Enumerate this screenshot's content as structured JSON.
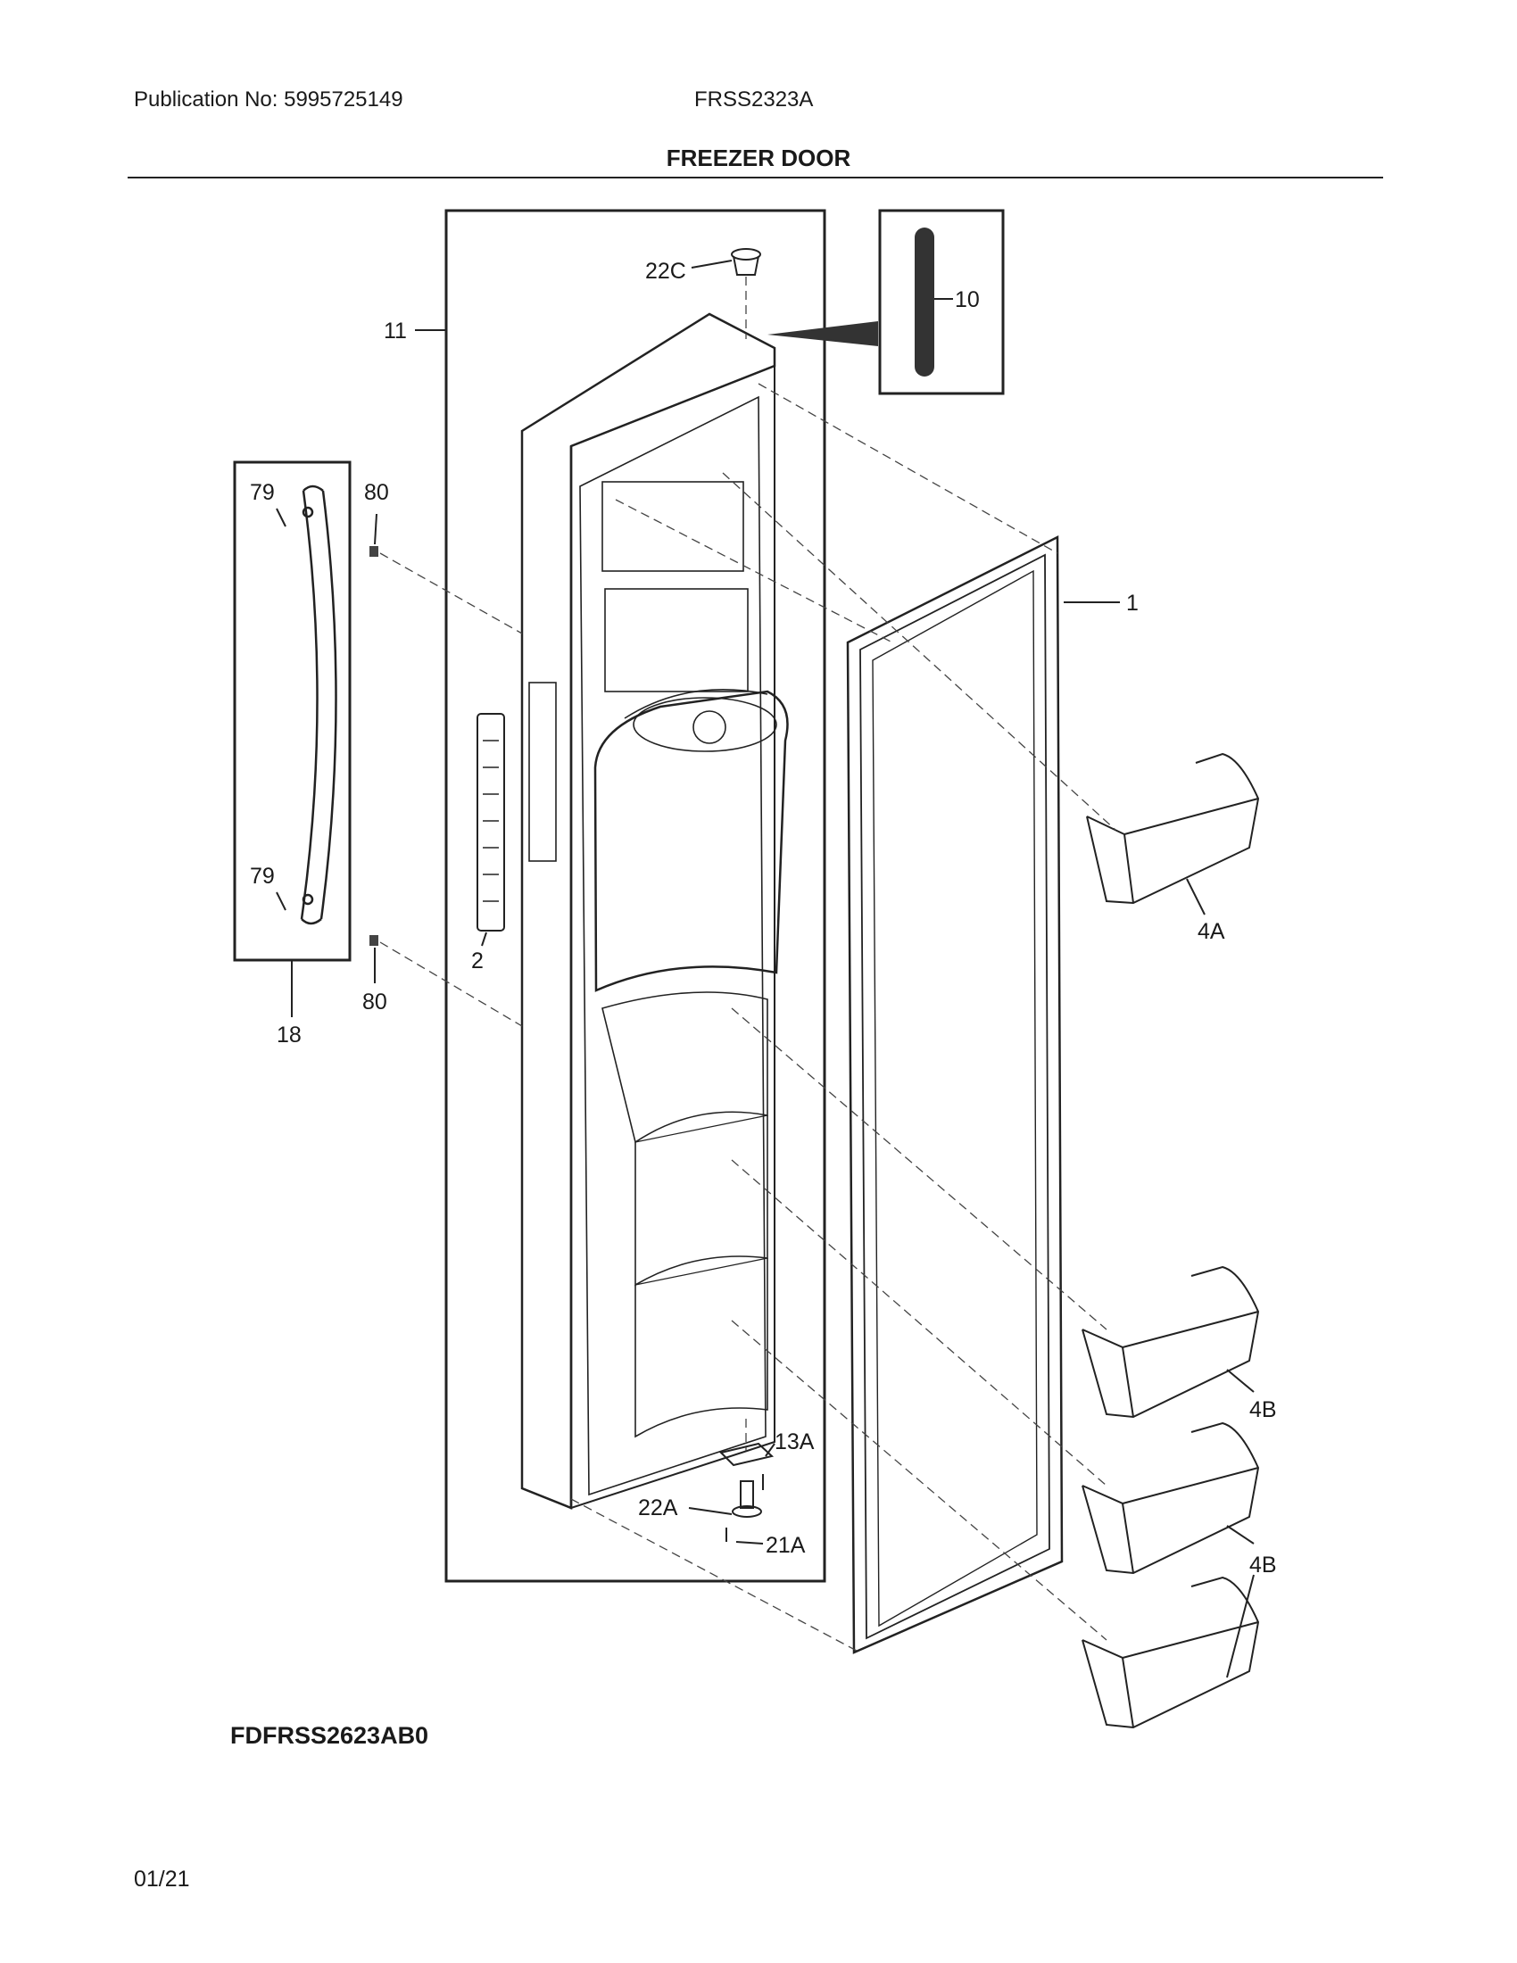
{
  "header": {
    "publication": "Publication No: 5995725149",
    "model": "FRSS2323A",
    "section_title": "FREEZER DOOR"
  },
  "callouts": {
    "c22C": "22C",
    "c10": "10",
    "c11": "11",
    "c1": "1",
    "c79a": "79",
    "c80a": "80",
    "c79b": "79",
    "c80b": "80",
    "c18": "18",
    "c2": "2",
    "c4A": "4A",
    "c4B1": "4B",
    "c4B2": "4B",
    "c13A": "13A",
    "c22A": "22A",
    "c21A": "21A"
  },
  "footer": {
    "diagram_code": "FDFRSS2623AB0",
    "page": "01/21"
  }
}
